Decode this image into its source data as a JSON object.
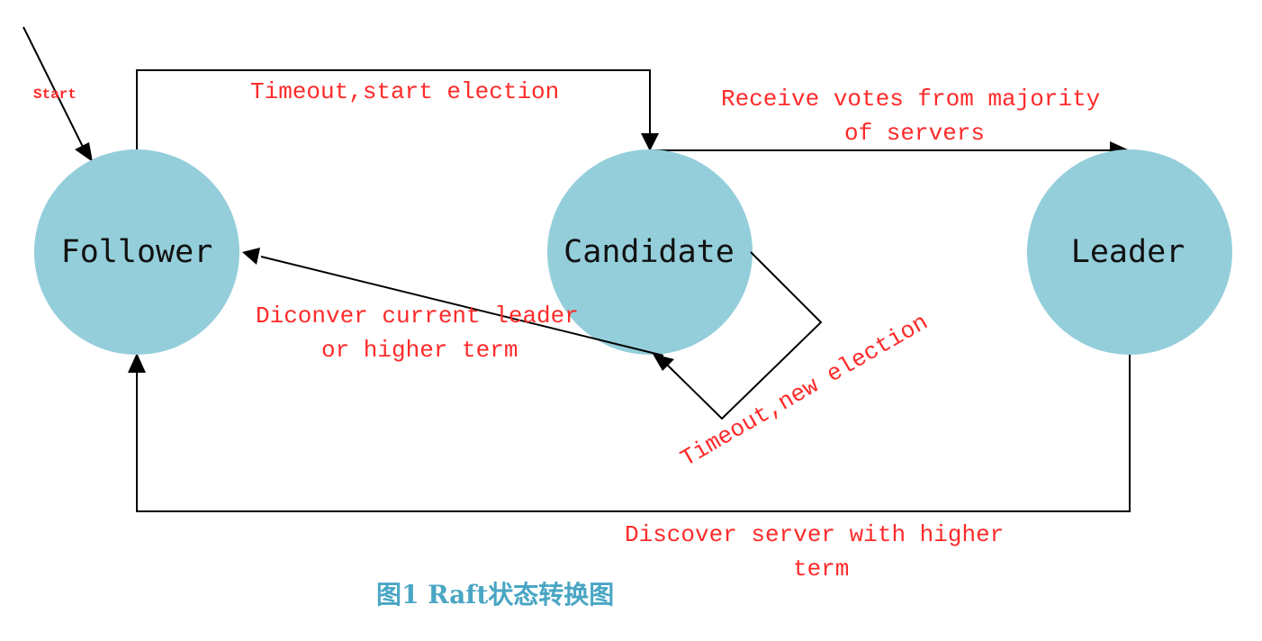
{
  "nodes": {
    "follower": "Follower",
    "candidate": "Candidate",
    "leader": "Leader"
  },
  "edges": {
    "start": "Start",
    "timeout_start_election": "Timeout,start election",
    "receive_votes_line1": "Receive votes from majority",
    "receive_votes_line2": "of servers",
    "discover_leader_line1": "Diconver current leader",
    "discover_leader_line2": "or higher term",
    "timeout_new_election": "Timeout,new election",
    "discover_server_line1": "Discover server with higher",
    "discover_server_line2": "term"
  },
  "caption": "图1 Raft状态转换图",
  "colors": {
    "node_fill": "#94cedb",
    "label_red": "#ff2a2a",
    "caption_blue": "#49a6c4",
    "line": "#000000"
  }
}
